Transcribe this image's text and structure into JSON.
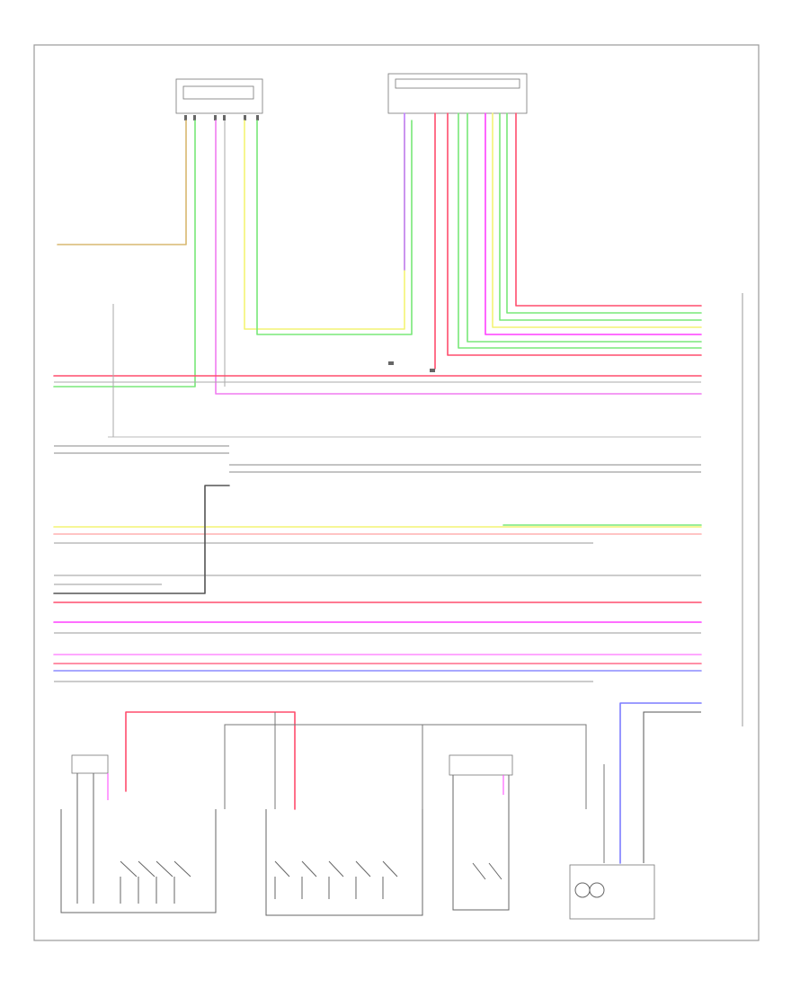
{
  "colors": {
    "background": "#ffffff",
    "frame": "#9a9a9a",
    "red": "#ff4d6d",
    "pink": "#f07cf0",
    "magenta": "#ff3fff",
    "green": "#78e878",
    "yellow": "#f4f474",
    "tan": "#d8b870",
    "blue": "#7d7dff",
    "gray": "#9a9a9a",
    "dark": "#444444"
  },
  "components": {
    "top_left_connector": {
      "icon": "connector-block-icon"
    },
    "top_right_module": {
      "icon": "module-block-icon"
    },
    "bottom_right_unit": {
      "icon": "control-unit-icon"
    }
  },
  "switch_groups": {
    "left": {
      "icon": "switch-group-icon",
      "switch_count": 4
    },
    "middle": {
      "icon": "switch-group-icon",
      "switch_count": 5
    },
    "right": {
      "icon": "switch-group-icon",
      "switch_count": 2
    }
  }
}
